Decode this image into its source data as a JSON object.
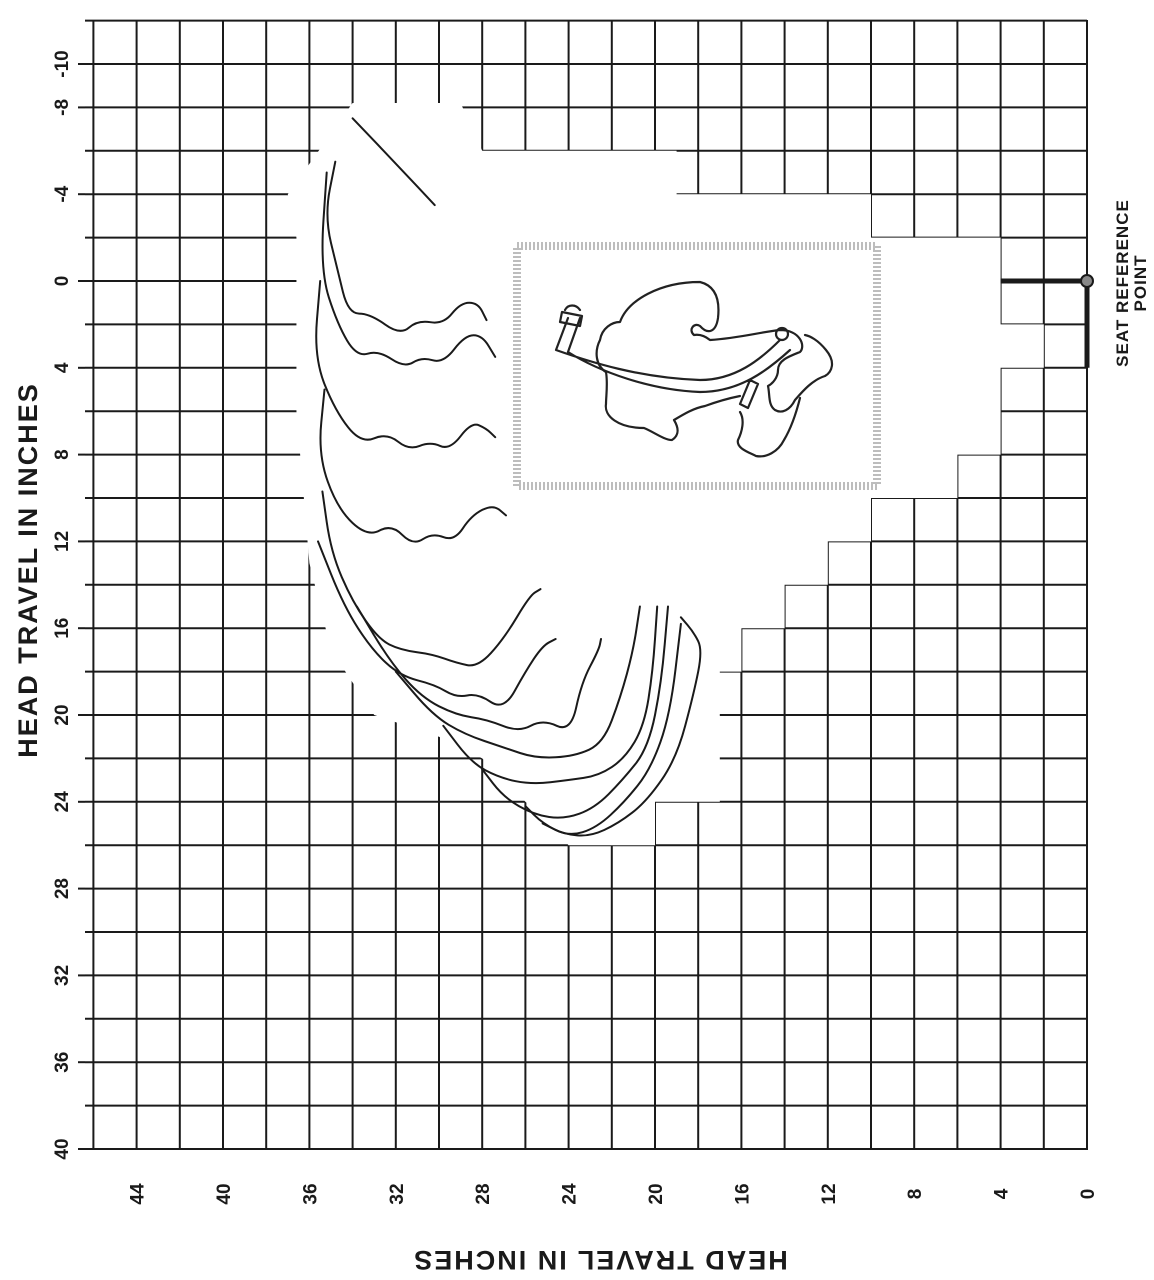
{
  "chart_data": {
    "type": "line",
    "title": "",
    "xlabel": "HEAD TRAVEL IN INCHES",
    "ylabel": "HEAD TRAVEL IN INCHES",
    "x_ticks": [
      "44",
      "40",
      "36",
      "32",
      "28",
      "24",
      "20",
      "16",
      "12",
      "8",
      "4",
      "0"
    ],
    "y_ticks": [
      "-10",
      "-8",
      "-4",
      "0",
      "4",
      "8",
      "12",
      "16",
      "20",
      "24",
      "28",
      "32",
      "36",
      "40"
    ],
    "x_range": [
      45,
      0
    ],
    "y_range": [
      -10,
      40
    ],
    "x_reversed": true,
    "grid": true,
    "annotation": {
      "line1": "SEAT REFERENCE",
      "line2": "POINT"
    },
    "reference_point": {
      "x": 0,
      "y": 0
    },
    "inset": "head-and-restraint-sketch",
    "series": [
      {
        "x": [
          34.8,
          35.3,
          34.7,
          34.2,
          33.2,
          31.8,
          31.0,
          29.8,
          29.0,
          28.2,
          27.8
        ],
        "y": [
          -5.5,
          -3,
          -0.5,
          1.5,
          1.5,
          2.5,
          1.8,
          2.0,
          1.0,
          1.0,
          1.8
        ]
      },
      {
        "x": [
          35.2,
          35.5,
          34.7,
          33.8,
          32.8,
          31.6,
          30.8,
          29.8,
          28.8,
          28.0,
          27.4
        ],
        "y": [
          -5,
          -0.5,
          2,
          3.5,
          3.2,
          4.0,
          3.5,
          3.8,
          2.5,
          2.5,
          3.5
        ]
      },
      {
        "x": [
          35.5,
          35.8,
          34.8,
          33.6,
          32.4,
          31.4,
          30.4,
          29.5,
          28.5,
          27.8,
          27.4
        ],
        "y": [
          0,
          3.5,
          6,
          7.5,
          7.0,
          7.8,
          7.4,
          7.8,
          6.5,
          6.8,
          7.2
        ]
      },
      {
        "x": [
          35.3,
          35.6,
          34.7,
          33.3,
          32.2,
          31.2,
          30.3,
          29.3,
          28.5,
          27.5,
          26.9
        ],
        "y": [
          5,
          8,
          10.5,
          11.8,
          11.2,
          12.2,
          11.6,
          12.0,
          10.8,
          10.3,
          10.8
        ]
      },
      {
        "x": [
          35.4,
          35.0,
          34.0,
          32.8,
          31.8,
          30.3,
          29.2,
          28.2,
          27.0,
          25.8,
          25.3
        ],
        "y": [
          9.7,
          12.5,
          14.8,
          16.5,
          17.0,
          17.2,
          17.6,
          17.8,
          16.5,
          14.5,
          14.2
        ]
      },
      {
        "x": [
          35.6,
          34.4,
          33.1,
          31.8,
          30.2,
          29.2,
          28.2,
          27.0,
          26.0,
          25.2,
          24.6
        ],
        "y": [
          12,
          15,
          17,
          18.2,
          18.6,
          19.2,
          19.0,
          19.8,
          18.0,
          16.8,
          16.5
        ]
      },
      {
        "x": [
          33.8,
          32.3,
          30.8,
          29.2,
          27.8,
          26.3,
          25.2,
          23.9,
          23.4,
          22.6,
          22.5
        ],
        "y": [
          15,
          17.5,
          19.2,
          20.0,
          20.2,
          20.8,
          20.2,
          20.8,
          18.5,
          17.0,
          16.5
        ]
      },
      {
        "x": [
          32.0,
          30.3,
          28.8,
          27.0,
          25.5,
          23.7,
          22.4,
          21.6,
          21.0,
          20.7
        ],
        "y": [
          18,
          20,
          20.9,
          21.5,
          22.0,
          21.9,
          21.3,
          19.2,
          17.0,
          15.0
        ]
      },
      {
        "x": [
          29.8,
          28.5,
          27.2,
          25.7,
          24.0,
          22.6,
          21.4,
          20.5,
          20.1,
          19.9
        ],
        "y": [
          20.5,
          22.2,
          22.9,
          23.2,
          23.0,
          22.8,
          22.0,
          20.5,
          18.0,
          15.0
        ]
      },
      {
        "x": [
          28.0,
          27.0,
          25.6,
          24.2,
          22.8,
          21.5,
          20.3,
          19.7,
          19.4
        ],
        "y": [
          22.5,
          23.8,
          24.6,
          24.8,
          24.3,
          23.0,
          21.5,
          18.5,
          15.0
        ]
      },
      {
        "x": [
          26.0,
          25.2,
          24.0,
          22.7,
          21.4,
          20.2,
          19.3,
          18.8
        ],
        "y": [
          24.2,
          25.0,
          25.6,
          25.2,
          24.0,
          22.5,
          20.0,
          15.8
        ]
      },
      {
        "x": [
          25.2,
          24.2,
          23.0,
          21.7,
          20.4,
          19.0,
          18.2,
          17.8,
          18.2,
          18.8
        ],
        "y": [
          25,
          25.5,
          25.6,
          25.0,
          24.0,
          22.0,
          19.0,
          17.0,
          16.2,
          15.5
        ]
      },
      {
        "x": [
          34.0,
          31.8,
          30.2
        ],
        "y": [
          -7.5,
          -5.2,
          -3.5
        ]
      }
    ]
  }
}
